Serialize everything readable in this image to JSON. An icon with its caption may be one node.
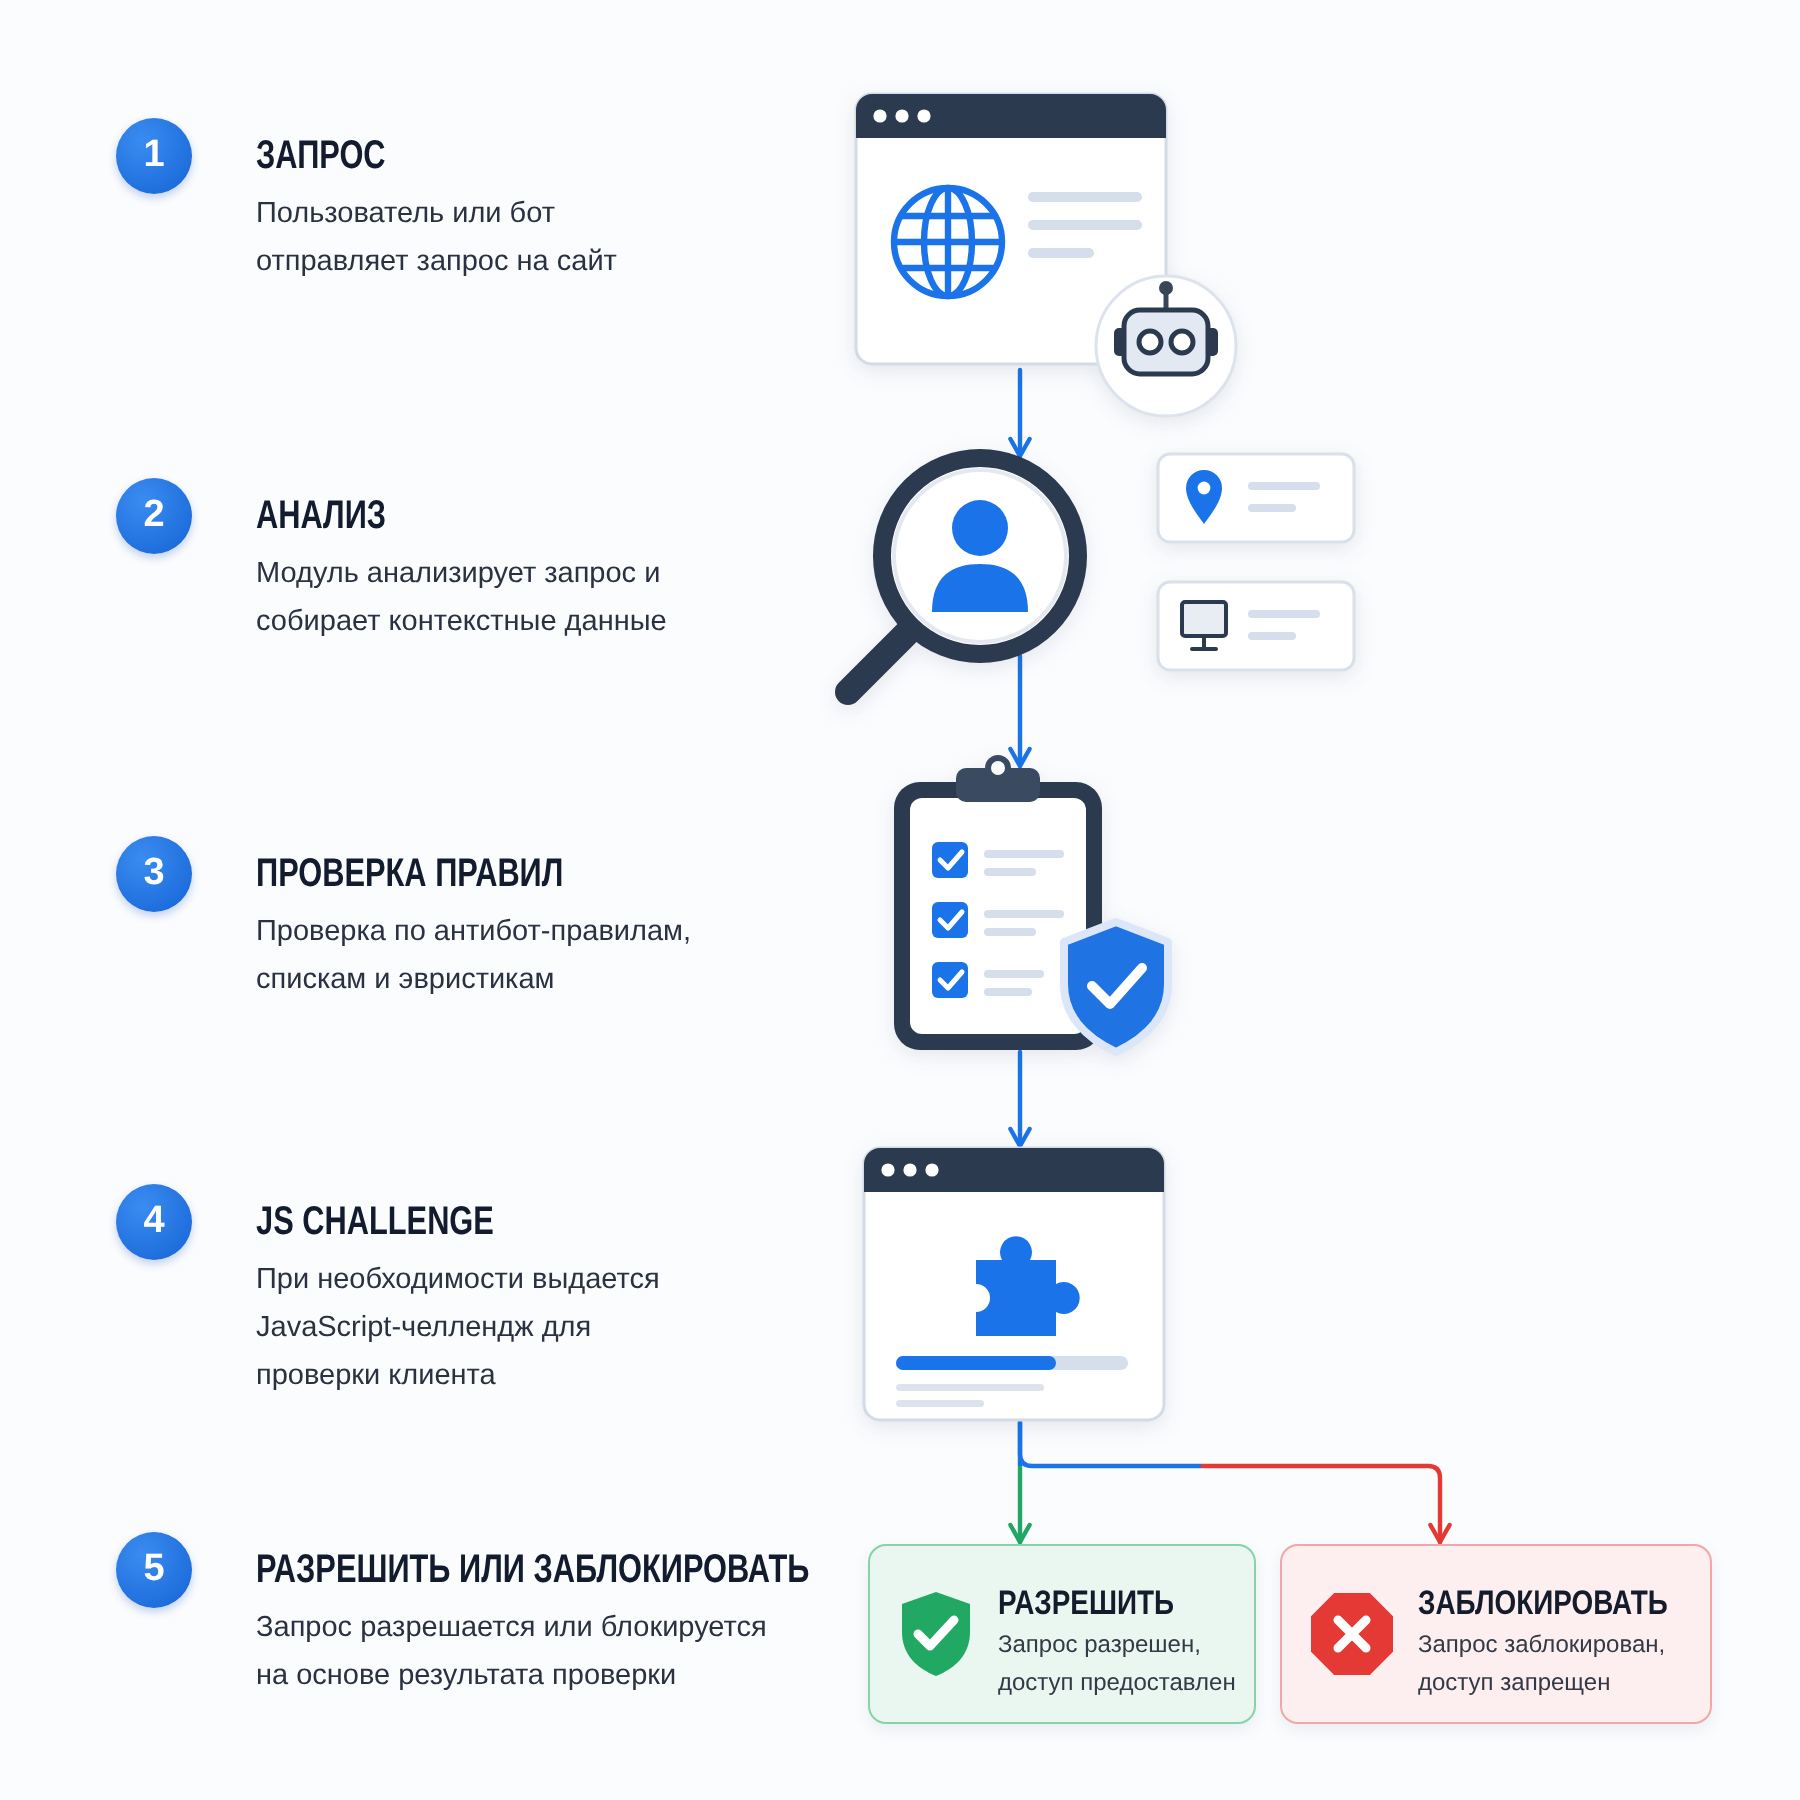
{
  "diagram": {
    "nodes": [
      {
        "text": [
          "1"
        ],
        "beside": [
          "ЗАПРОС",
          "Пользователь или бот отправляет запрос на сайт"
        ]
      },
      {
        "text": [],
        "shape": "picture"
      },
      {
        "text": [
          "2"
        ],
        "beside": [
          "АНАЛИЗ",
          "Модуль анализирует запрос и собирает контекстные данные"
        ]
      },
      {
        "text": [],
        "shape": "picture"
      },
      {
        "text": [
          "3"
        ],
        "beside": [
          "ПРОВЕРКА ПРАВИЛ",
          "Проверка по антибот-правилам, спискам и эвристикам"
        ]
      },
      {
        "text": [],
        "shape": "picture"
      },
      {
        "text": [
          "4"
        ],
        "beside": [
          "JS CHALLENGE",
          "При необходимости выдается JavaScript-челлендж для проверки клиента"
        ]
      },
      {
        "text": [],
        "shape": "picture"
      },
      {
        "text": [
          "5"
        ],
        "beside": [
          "РАЗРЕШИТЬ ИЛИ ЗАБЛОКИРОВАТЬ",
          "Запрос разрешается или блокируется на основе результата проверки"
        ]
      },
      {
        "text": [
          "РАЗРЕШИТЬ",
          "Запрос разрешен, доступ предоставлен"
        ]
      },
      {
        "text": [
          "ЗАБЛОКИРОВАТЬ",
          "Запрос заблокирован, доступ запрещен"
        ]
      }
    ],
    "edges": [
      {
        "from": 1,
        "to": 3,
        "arrow": "to"
      },
      {
        "from": 3,
        "to": 5,
        "arrow": "to"
      },
      {
        "from": 5,
        "to": 7,
        "arrow": "to"
      },
      {
        "from": 7,
        "to": 9,
        "arrow": "to",
        "color": "#22a565"
      },
      {
        "from": 7,
        "to": 10,
        "arrow": "to",
        "color": "#e53935"
      }
    ]
  }
}
